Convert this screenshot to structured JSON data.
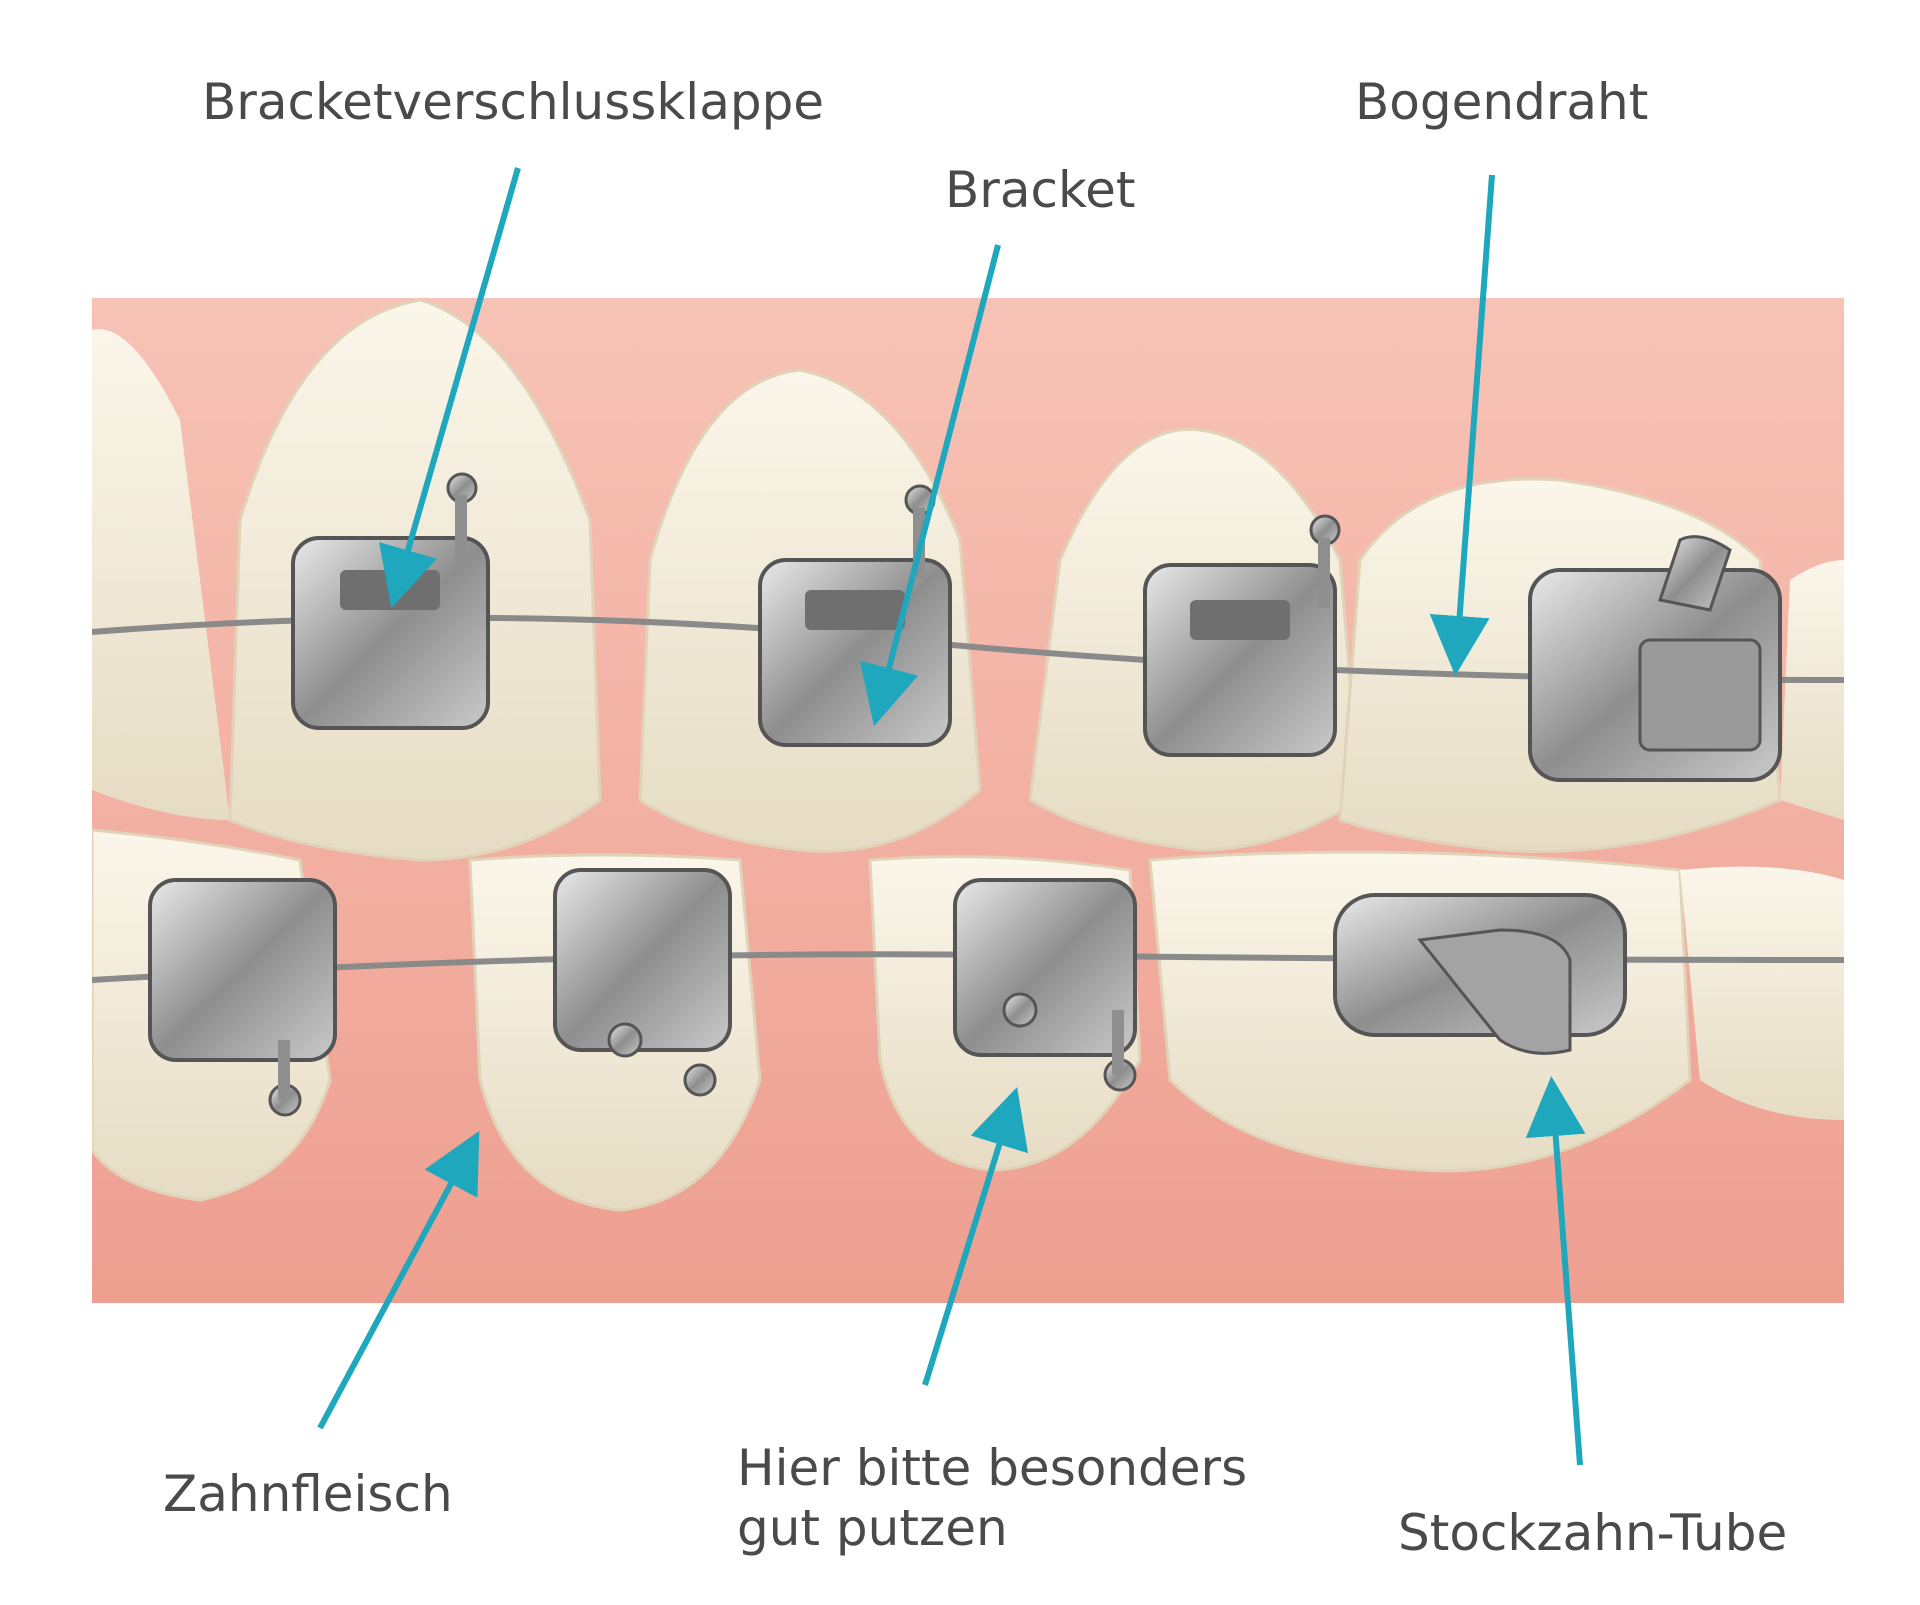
{
  "labels": {
    "bracketverschlussklappe": "Bracketverschlussklappe",
    "bracket": "Bracket",
    "bogendraht": "Bogendraht",
    "zahnfleisch": "Zahnfleisch",
    "putzen_line1": "Hier bitte besonders",
    "putzen_line2": "gut putzen",
    "stockzahn_tube": "Stockzahn-Tube"
  },
  "colors": {
    "arrow": "#1ea7bd",
    "gum": "#f4b8ac",
    "tooth": "#f3ead6",
    "metal": "#b8b8b8",
    "label_text": "#4a4a4a"
  }
}
